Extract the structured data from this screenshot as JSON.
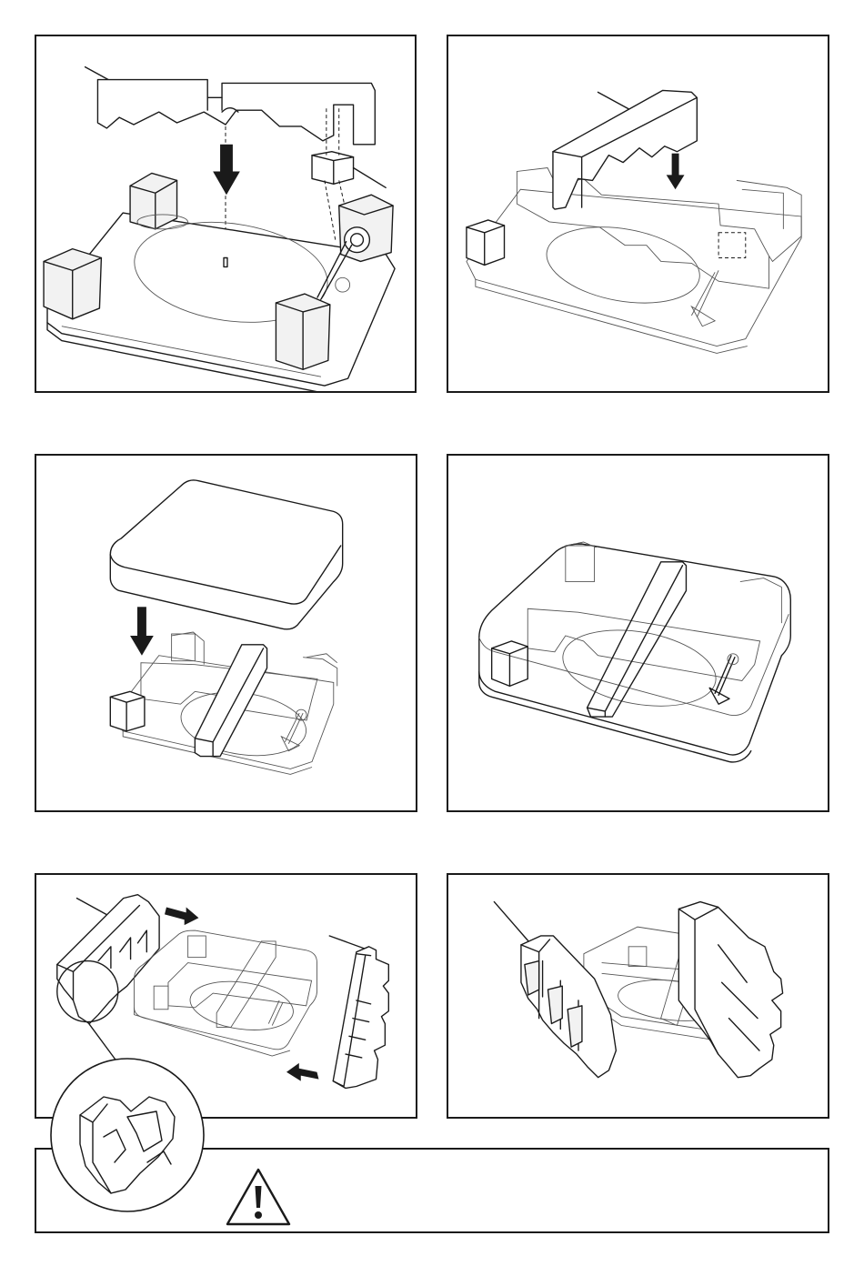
{
  "document": {
    "type": "packing-instructions",
    "panels": [
      {
        "id": "step-1",
        "content": "turntable-base-with-corner-blocks-top-foam-lowered"
      },
      {
        "id": "step-2",
        "content": "centre-foam-bar-lowered-onto-turntable"
      },
      {
        "id": "step-3",
        "content": "dust-cover-lowered-onto-packed-turntable"
      },
      {
        "id": "step-4",
        "content": "dust-cover-closed-over-turntable"
      },
      {
        "id": "step-5",
        "content": "side-foam-end-caps-slid-onto-sides-with-detail-zoom"
      },
      {
        "id": "step-6",
        "content": "fully-packed-turntable-with-end-caps"
      }
    ],
    "warning": {
      "icon": "warning-triangle-icon",
      "text": ""
    }
  },
  "colors": {
    "line": "#1a1a1a",
    "background": "#ffffff"
  }
}
